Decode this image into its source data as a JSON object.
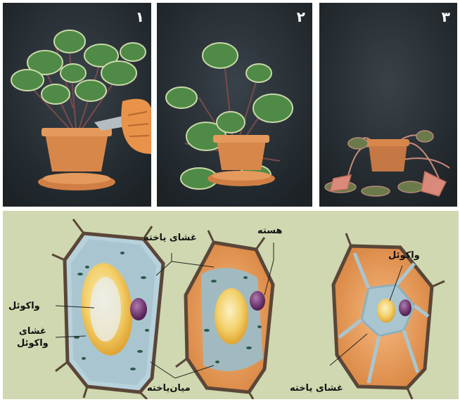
{
  "photos": [
    {
      "number": "۱"
    },
    {
      "number": "۲"
    },
    {
      "number": "۳"
    }
  ],
  "labels": {
    "cell_membrane_top": "غشای یاخته",
    "nucleus": "هسته",
    "vacuole_right": "واکوئل",
    "vacuole_left": "واکوئل",
    "vacuole_membrane_line1": "غشای",
    "vacuole_membrane_line2": "واکوئل",
    "cytoplasm": "میان‌یاخته",
    "cell_membrane_bottom": "غشای یاخته"
  },
  "colors": {
    "photo_bg": "#232a2e",
    "diagram_bg": "#cfd8b0",
    "cytoplasm_blue": "#a9c6d0",
    "vacuole_yellow": "#f0c24c",
    "nucleus_purple": "#6b2c6b",
    "cell_wall_orange": "#d98a4a"
  }
}
